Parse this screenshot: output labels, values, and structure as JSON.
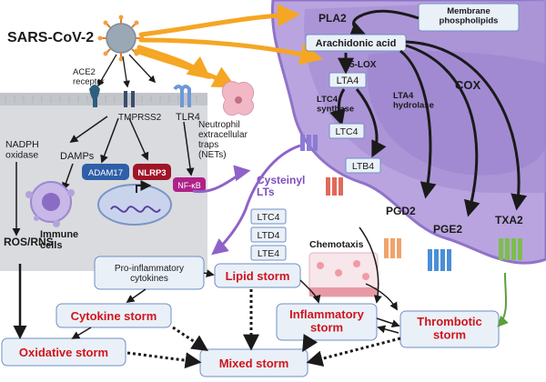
{
  "virus": {
    "label": "SARS-CoV-2"
  },
  "receptors": {
    "ace2": "ACE2\nreceptor",
    "tmprss2": "TMPRSS2",
    "tlr4": "TLR4"
  },
  "nets": {
    "label": "Neutrophil\nextracellular\ntraps\n(NETs)"
  },
  "cell_left": {
    "nadph": "NADPH\noxidase",
    "damps": "DAMPs",
    "adam17": "ADAM17",
    "nlrp3": "NLRP3",
    "nfkb": "NF-κB",
    "immune": "Immune\ncells",
    "ros": "ROS/RNS"
  },
  "platelet": {
    "pla2": "PLA2",
    "membrane": "Membrane\nphospholipids",
    "arachidonic": "Arachidonic acid",
    "lox": "5-LOX",
    "lta4": "LTA4",
    "ltc4_synthase": "LTC4\nsynthase",
    "lta4_hydrolase": "LTA4\nhydrolase",
    "cox": "COX",
    "ltc4": "LTC4",
    "ltb4": "LTB4",
    "pgd2": "PGD2",
    "pge2": "PGE2",
    "txa2": "TXA2"
  },
  "cysteinyl": {
    "title": "Cysteinyl\nLTs",
    "items": [
      "LTC4",
      "LTD4",
      "LTE4"
    ]
  },
  "chemotaxis": "Chemotaxis",
  "boxes": {
    "proinflammatory": "Pro-inflammatory\ncytokines",
    "lipid": "Lipid storm",
    "cytokine": "Cytokine storm",
    "inflammatory": "Inflammatory\nstorm",
    "thrombotic": "Thrombotic\nstorm",
    "oxidative": "Oxidative storm",
    "mixed": "Mixed storm"
  },
  "colors": {
    "platelet_fill": "#b9a4e0",
    "platelet_dark": "#8f73c9",
    "cell_grey": "#d9dbde",
    "orange": "#f5a623",
    "red_text": "#d0141c",
    "purple_text": "#7d4fc0",
    "box_fill": "#eaf0f8",
    "box_border": "#6e8fc4"
  },
  "icons": [
    "virus-icon",
    "receptor-icon",
    "neutrophil-icon",
    "immune-cell-icon",
    "nucleus-icon",
    "gpcr-icon"
  ]
}
